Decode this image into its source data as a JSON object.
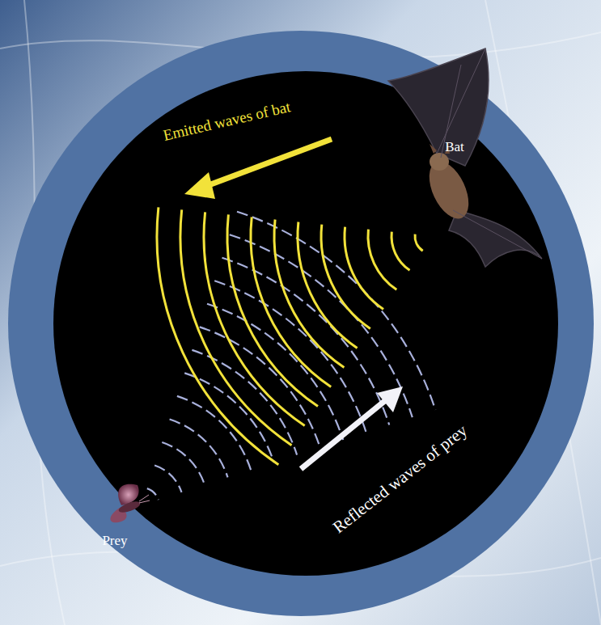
{
  "diagram": {
    "labels": [
      "Emitted waves of bat",
      "Bat",
      "Prey",
      "Reflected waves of prey"
    ]
  }
}
